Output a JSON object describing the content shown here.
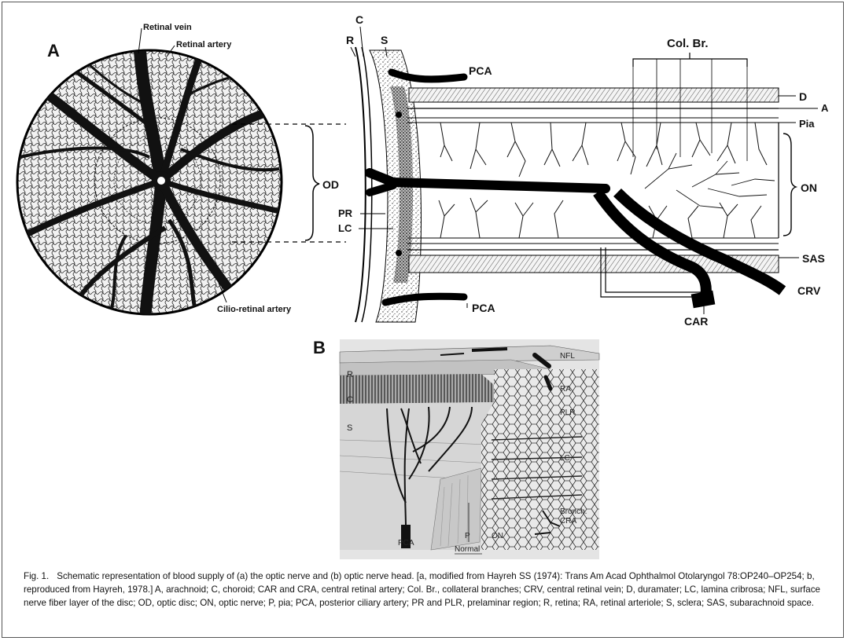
{
  "panelA": {
    "letter": "A",
    "retinal_vein": "Retinal vein",
    "retinal_artery": "Retinal artery",
    "cilio_retinal_artery": "Cilio-retinal artery",
    "od": "OD"
  },
  "panelA_right": {
    "C": "C",
    "R": "R",
    "S": "S",
    "PCA_top": "PCA",
    "PCA_bottom": "PCA",
    "col_br": "Col. Br.",
    "D": "D",
    "A": "A",
    "Pia": "Pia",
    "ON": "ON",
    "PR": "PR",
    "LC": "LC",
    "SAS": "SAS",
    "CRV": "CRV",
    "CAR": "CAR"
  },
  "panelB": {
    "letter": "B",
    "R": "R",
    "C": "C",
    "S": "S",
    "NFL": "NFL",
    "RA": "RA",
    "PLR": "PLR",
    "LC": "LC",
    "bronch": "Bronch.",
    "CRA": "CRA",
    "PCA": "PCA",
    "P": "P",
    "ON": "ON",
    "normal": "Normal"
  },
  "caption": {
    "fignum": "Fig. 1.",
    "text": "Schematic representation of blood supply of (a) the optic nerve and (b) optic nerve head. [a, modified from Hayreh SS (1974): Trans Am Acad Ophthalmol Otolaryngol 78:OP240–OP254; b, reproduced from Hayreh, 1978.] A, arachnoid; C, choroid; CAR and CRA, central retinal artery; Col. Br., collateral branches; CRV, central retinal vein; D, duramater; LC, lamina cribrosa; NFL, surface nerve fiber layer of the disc; OD, optic disc; ON, optic nerve; P, pia; PCA, posterior ciliary artery; PR and PLR, prelaminar region; R, retina; RA, retinal arteriole; S, sclera; SAS, subarachnoid space."
  }
}
